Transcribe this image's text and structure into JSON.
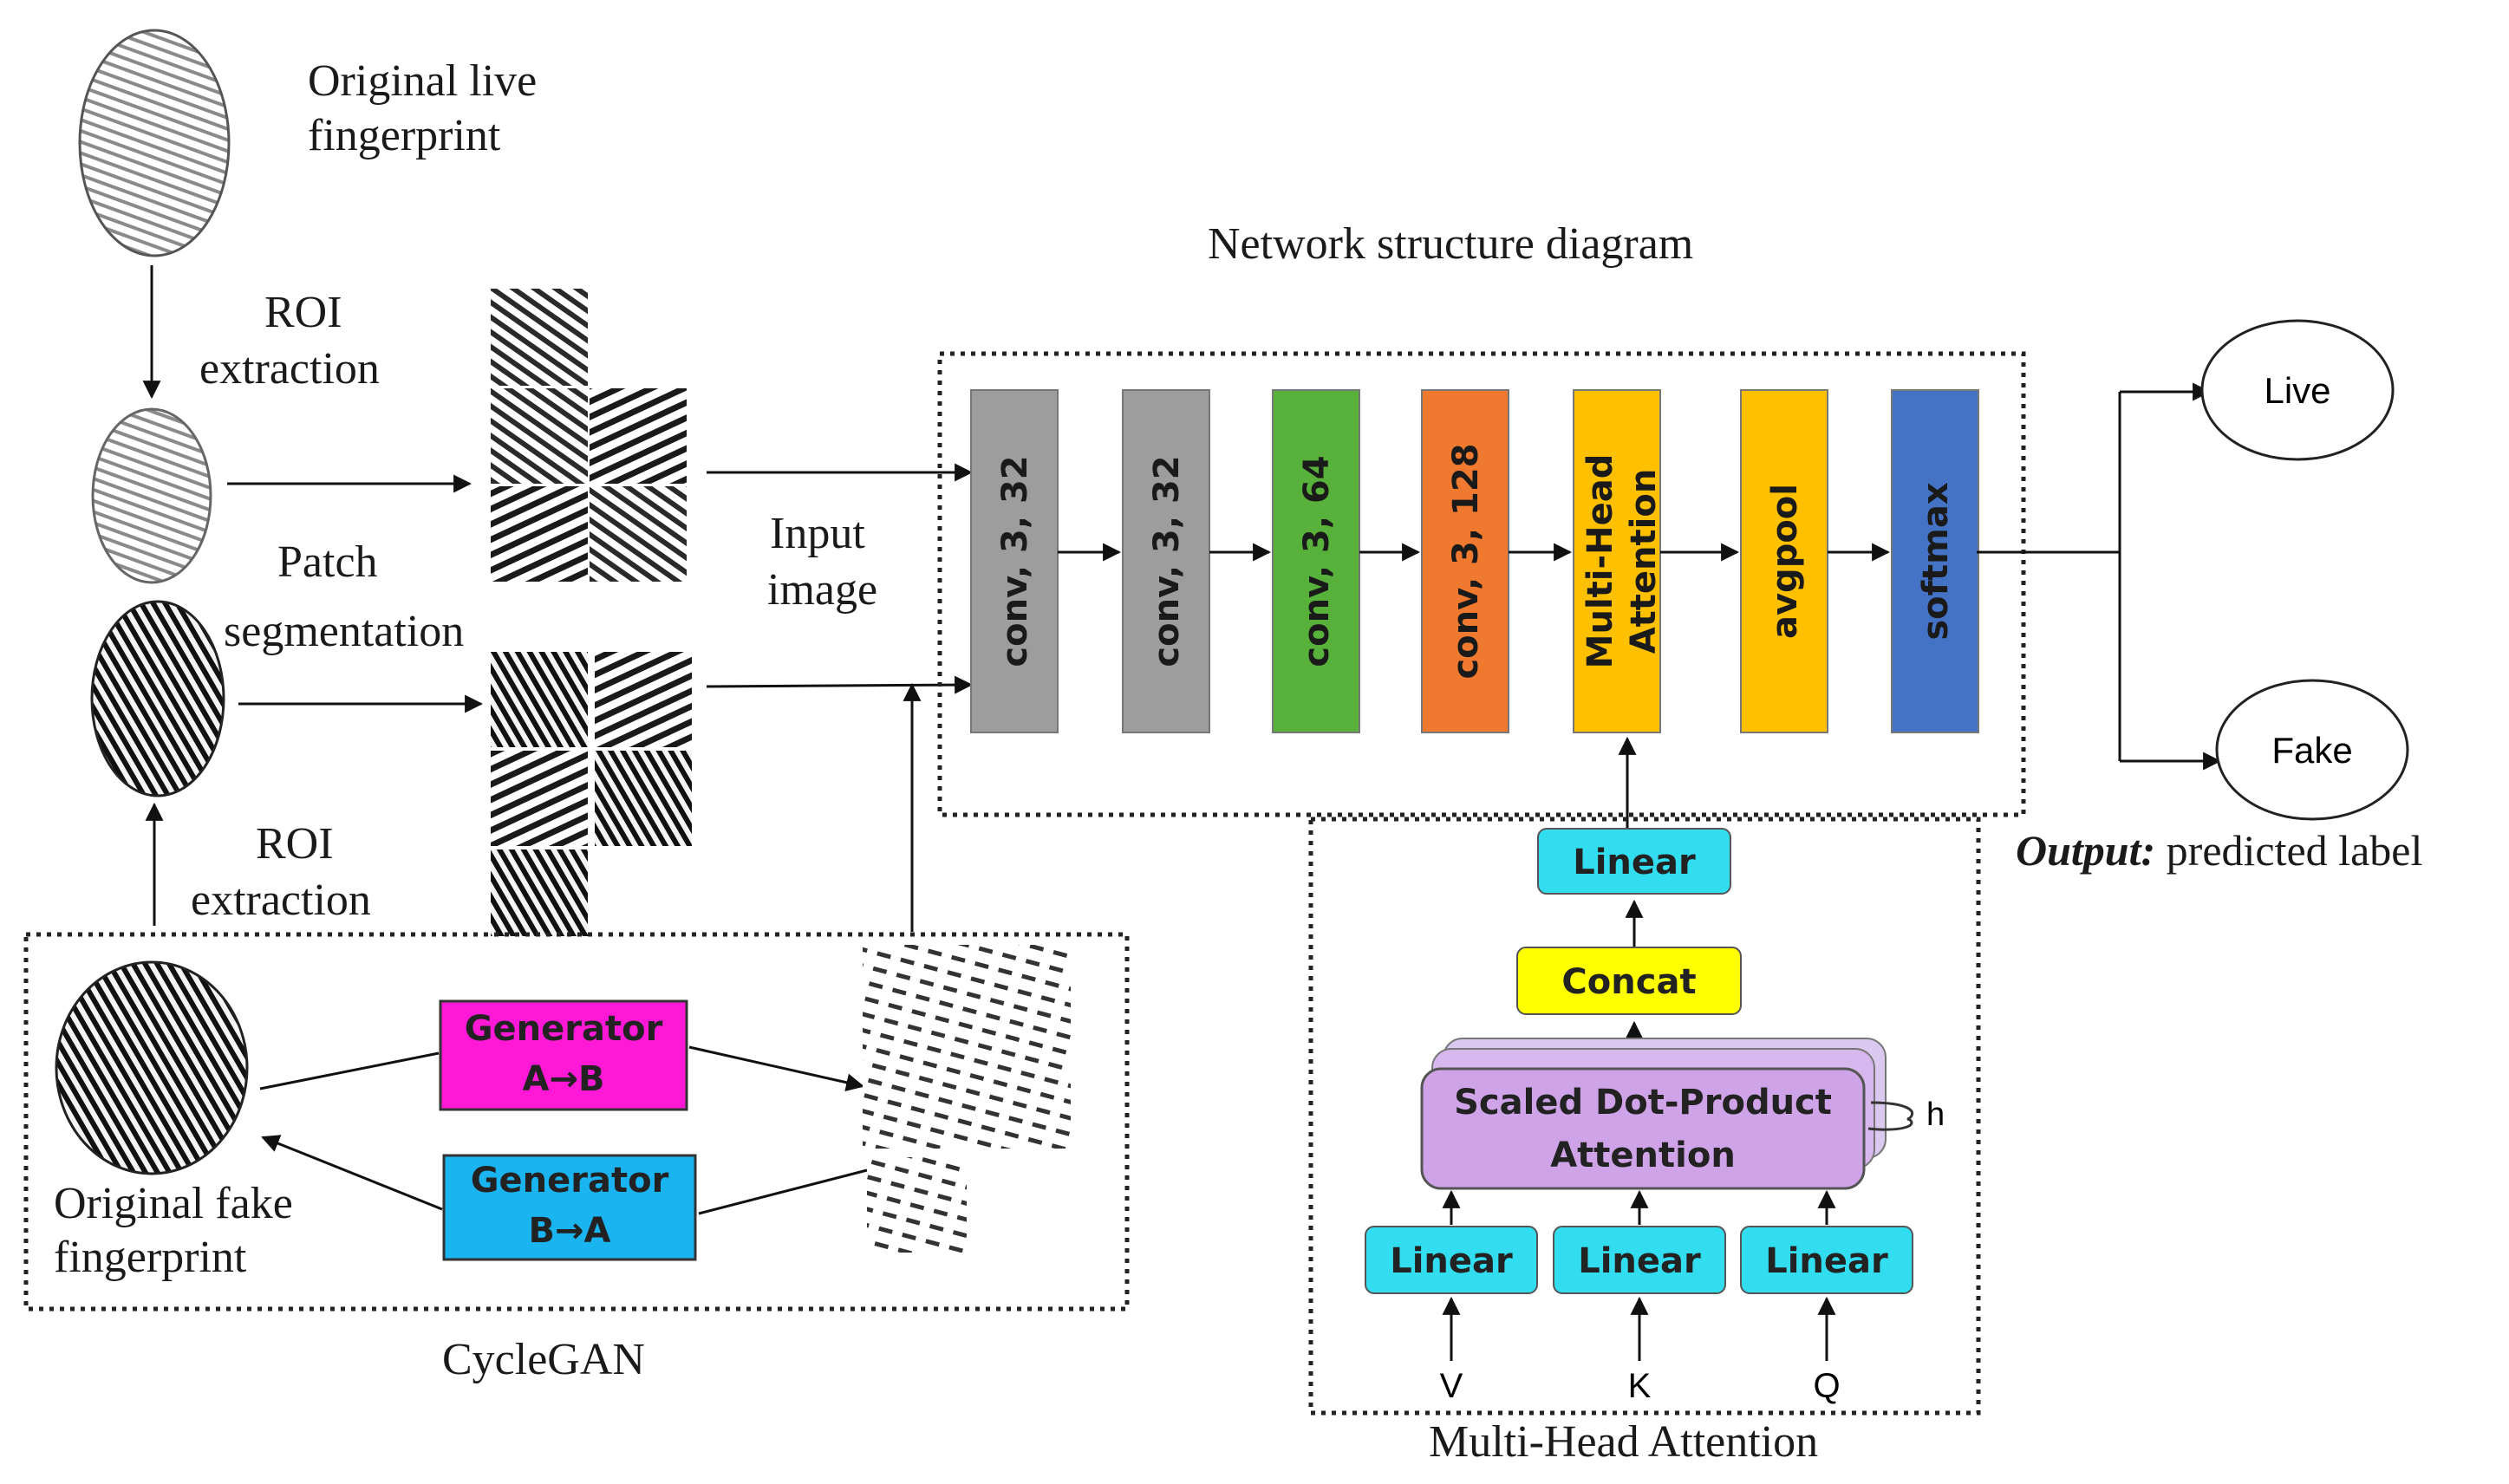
{
  "left": {
    "original_live_line1": "Original live",
    "original_live_line2": "fingerprint",
    "roi_top_line1": "ROI",
    "roi_top_line2": "extraction",
    "patch_line1": "Patch",
    "patch_line2": "segmentation",
    "roi_bottom_line1": "ROI",
    "roi_bottom_line2": "extraction",
    "input_line1": "Input",
    "input_line2": "image"
  },
  "cyclegan": {
    "title": "CycleGAN",
    "gen_ab_line1": "Generator",
    "gen_ab_line2": "A→B",
    "gen_ba_line1": "Generator",
    "gen_ba_line2": "B→A",
    "original_fake_line1": "Original fake",
    "original_fake_line2": "fingerprint",
    "colors": {
      "gen_ab": "#ff19d6",
      "gen_ba": "#1ab4f0"
    }
  },
  "network": {
    "title": "Network structure diagram",
    "layers": [
      {
        "label_line1": "conv, 3, 32",
        "label_line2": "",
        "color": "#9d9d9d"
      },
      {
        "label_line1": "conv, 3, 32",
        "label_line2": "",
        "color": "#9d9d9d"
      },
      {
        "label_line1": "conv, 3, 64",
        "label_line2": "",
        "color": "#58b13a"
      },
      {
        "label_line1": "conv, 3, 128",
        "label_line2": "",
        "color": "#ef7a2f"
      },
      {
        "label_line1": "Multi-Head",
        "label_line2": "Attention",
        "color": "#ffc000"
      },
      {
        "label_line1": "avgpool",
        "label_line2": "",
        "color": "#ffc000"
      },
      {
        "label_line1": "softmax",
        "label_line2": "",
        "color": "#4472c4"
      }
    ]
  },
  "output": {
    "live": "Live",
    "fake": "Fake",
    "caption_bold": "Output:",
    "caption_rest": " predicted label"
  },
  "mha": {
    "title": "Multi-Head Attention",
    "linear_top": "Linear",
    "concat": "Concat",
    "sdpa_line1": "Scaled Dot-Product",
    "sdpa_line2": "Attention",
    "h": "h",
    "linears": [
      "Linear",
      "Linear",
      "Linear"
    ],
    "inputs": [
      "V",
      "K",
      "Q"
    ],
    "colors": {
      "linear": "#33ddf0",
      "concat": "#ffff00",
      "sdpa": "#cfa3e8"
    }
  }
}
